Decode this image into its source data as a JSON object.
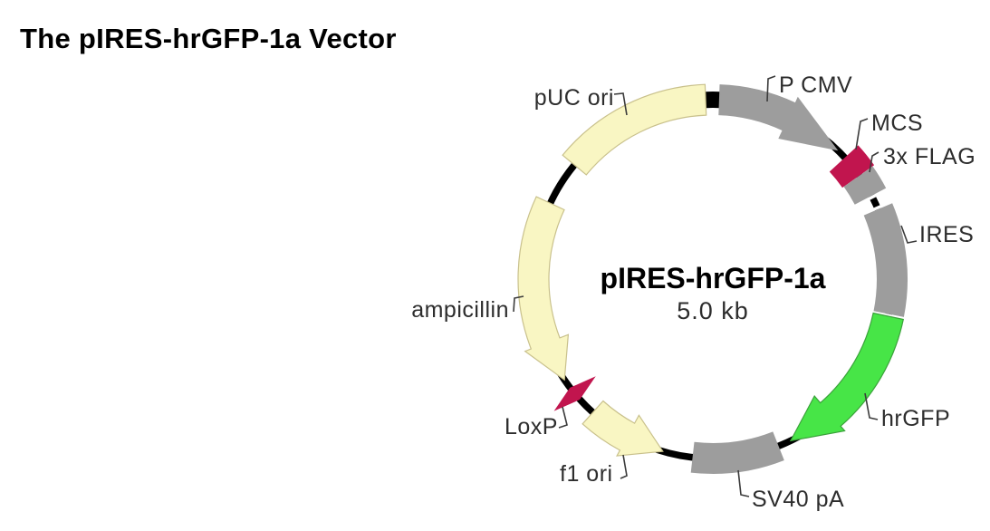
{
  "title": "The pIRES-hrGFP-1a Vector",
  "plasmid": {
    "name": "pIRES-hrGFP-1a",
    "size_label": "5.0 kb",
    "colors": {
      "yellow": "#F9F6C3",
      "yellow_stroke": "#C9C18C",
      "gray": "#9D9D9D",
      "green": "#47E547",
      "green_stroke": "#3BA23B",
      "crimson": "#C1154E",
      "backbone": "#000000",
      "leader": "#3B3B3B"
    },
    "features": [
      {
        "label": "P CMV",
        "kind": "arrow",
        "color": "gray",
        "geom": {
          "tail": 2,
          "head_base": 25,
          "tip": 44.3
        }
      },
      {
        "label": "MCS",
        "kind": "block",
        "color": "crimson",
        "geom": {
          "from": 47.4,
          "to": 54.8,
          "r_in": 175,
          "r_out": 218
        }
      },
      {
        "label": "3x FLAG",
        "kind": "block",
        "color": "gray",
        "geom": {
          "from": 54.8,
          "to": 62.3,
          "r_in": 177,
          "r_out": 216
        }
      },
      {
        "label": "IRES",
        "kind": "band",
        "color": "gray",
        "geom": {
          "from": 67.1,
          "to": 101.25
        }
      },
      {
        "label": "hrGFP",
        "kind": "arrow",
        "color": "green",
        "stroke": "green_stroke",
        "geom": {
          "tail": 101.95,
          "head_base": 139,
          "tip": 154.3
        }
      },
      {
        "label": "SV40 pA",
        "kind": "band",
        "color": "gray",
        "geom": {
          "from": 158.5,
          "to": 186.5
        }
      },
      {
        "label": "f1 ori",
        "kind": "arrow",
        "color": "yellow",
        "stroke": "yellow_stroke",
        "geom": {
          "tail": 222,
          "head_base": 208.5,
          "tip": 196.2
        }
      },
      {
        "label": "ampicillin",
        "kind": "arrow",
        "color": "yellow",
        "stroke": "yellow_stroke",
        "geom": {
          "tail": 295,
          "head_base": 249,
          "tip": 235.8
        }
      },
      {
        "label": "LoxP",
        "kind": "ribbon",
        "color": "crimson",
        "geom": {
          "angle": 230.3,
          "half_len": 30,
          "half_w": 8.5
        }
      },
      {
        "label": "pUC ori",
        "kind": "band",
        "color": "yellow",
        "stroke": "yellow_stroke",
        "geom": {
          "from": 309.5,
          "to": 357.7
        }
      }
    ]
  }
}
